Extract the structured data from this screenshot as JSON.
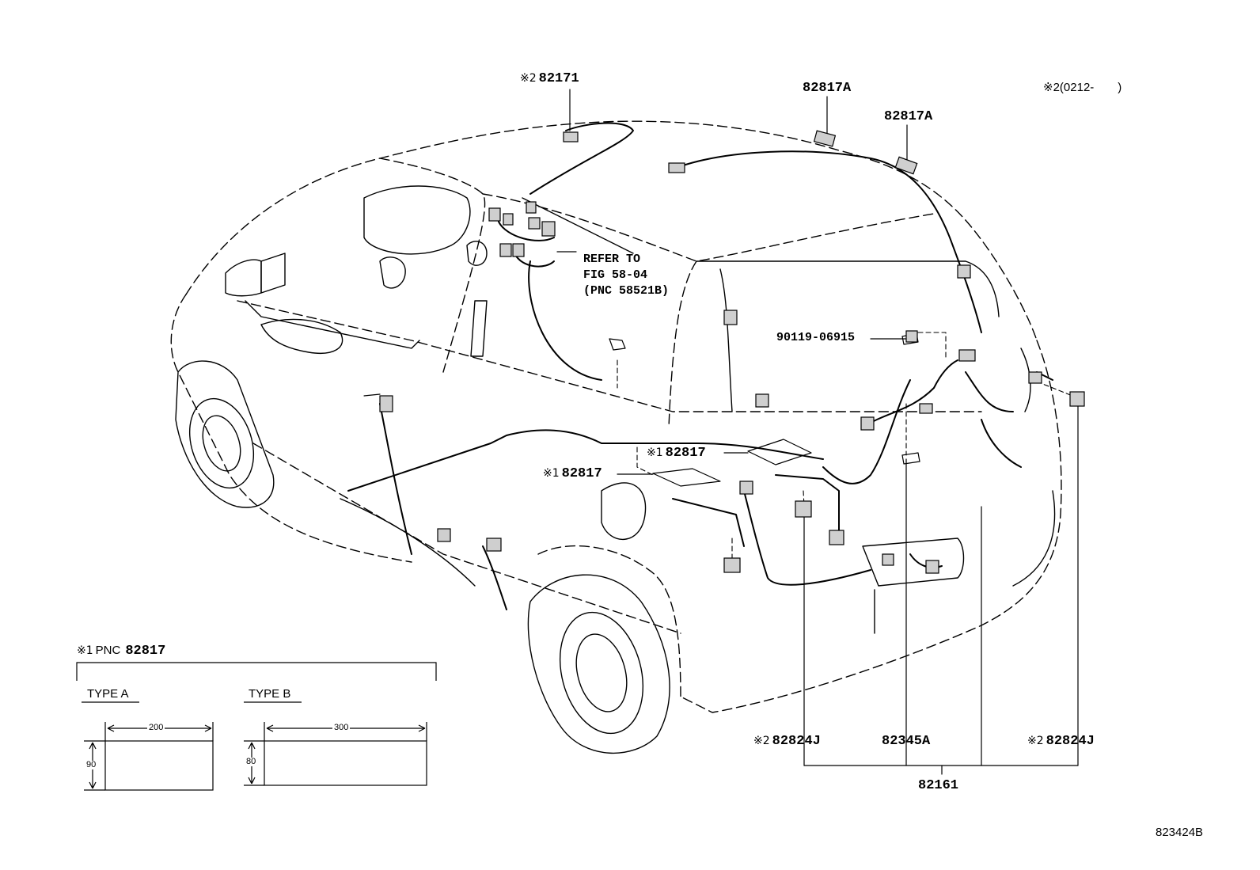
{
  "callouts": {
    "top_82171": {
      "mark": "※2",
      "code": "82171"
    },
    "top_82817a_1": {
      "code": "82817A"
    },
    "top_82817a_2": {
      "code": "82817A"
    },
    "top_note": {
      "mark": "※2",
      "text": "(0212-　　)"
    },
    "mid_82817_1": {
      "mark": "※1",
      "code": "82817"
    },
    "mid_82817_2": {
      "mark": "※1",
      "code": "82817"
    },
    "bolt": {
      "code": "90119-06915"
    },
    "bottom_82824j_left": {
      "mark": "※2",
      "code": "82824J"
    },
    "bottom_82345a": {
      "code": "82345A"
    },
    "bottom_82824j_right": {
      "mark": "※2",
      "code": "82824J"
    },
    "bottom_82161": {
      "code": "82161"
    }
  },
  "refer_note": {
    "line1": "REFER TO",
    "line2": "FIG 58-04",
    "line3": "(PNC 58521B)"
  },
  "inset": {
    "mark": "※1",
    "prefix": "PNC",
    "code": "82817",
    "type_a": {
      "label": "TYPE A",
      "width": "200",
      "height": "90"
    },
    "type_b": {
      "label": "TYPE B",
      "width": "300",
      "height": "80"
    }
  },
  "figure_id": "823424B"
}
